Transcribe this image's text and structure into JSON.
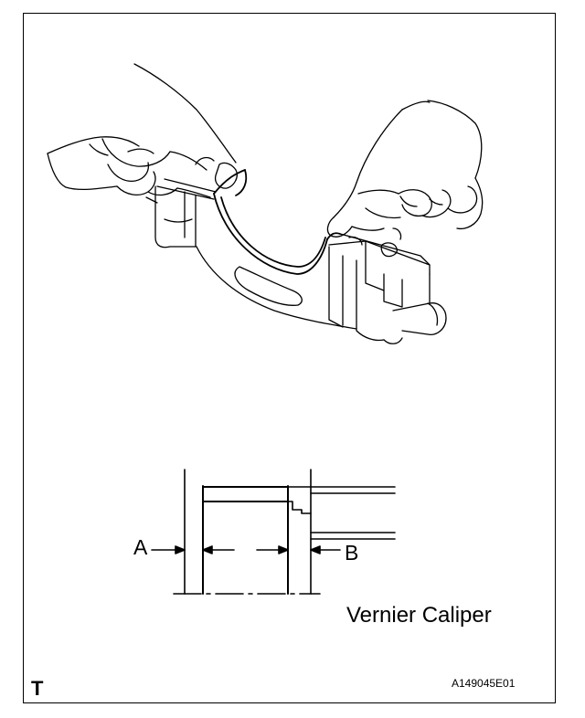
{
  "labels": {
    "a": "A",
    "b": "B",
    "caption": "Vernier Caliper",
    "corner": "T",
    "figure_id": "A149045E01"
  },
  "colors": {
    "line": "#000000",
    "background": "#ffffff"
  }
}
